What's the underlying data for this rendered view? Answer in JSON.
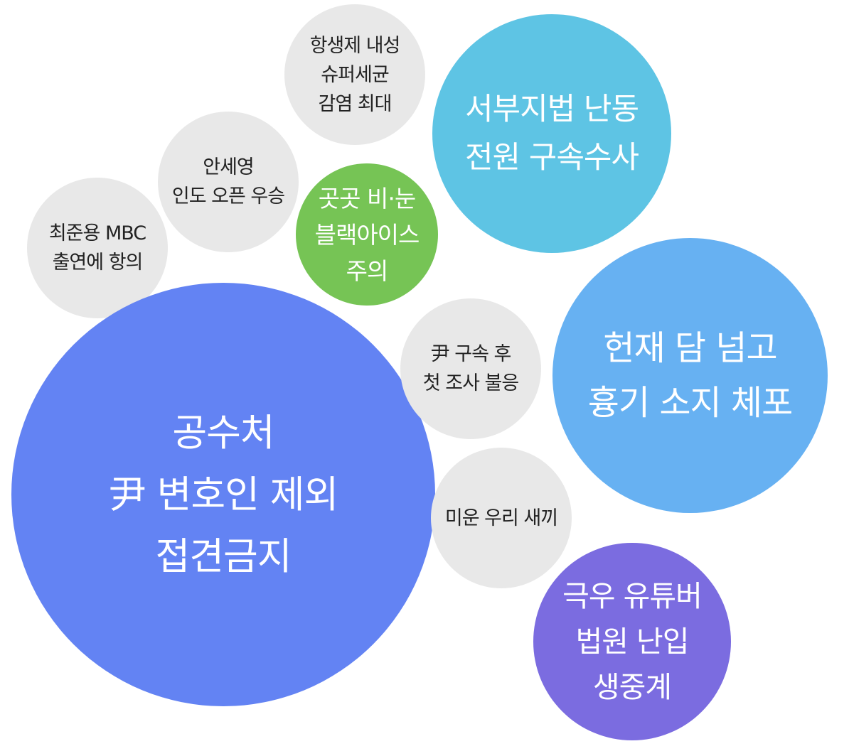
{
  "bubbles": {
    "yunpyeonghwa": {
      "label": "항생제 내성\n슈퍼세균\n감염 최대"
    },
    "seobu": {
      "label": "서부지법 난동\n전원 구속수사",
      "color": "#5ec4e4"
    },
    "anseyoung": {
      "label": "안세영\n인도 오픈 우승"
    },
    "rain": {
      "label": "곳곳 비·눈\n블랙아이스\n주의",
      "color": "#76c455"
    },
    "choi": {
      "label": "최준용 MBC\n출연에 항의"
    },
    "hunjae": {
      "label": "헌재 담 넘고\n흉기 소지 체포",
      "color": "#67b1f2"
    },
    "gongsu": {
      "label": "공수처\n尹 변호인 제외\n접견금지",
      "color": "#6383f3"
    },
    "yun2": {
      "label": "尹 구속 후\n첫 조사 불응"
    },
    "miun": {
      "label": "미운 우리 새끼"
    },
    "geuku": {
      "label": "극우 유튜버\n법원 난입\n생중계",
      "color": "#7b6ce0"
    }
  },
  "neutral_color": "#e8e8e8"
}
